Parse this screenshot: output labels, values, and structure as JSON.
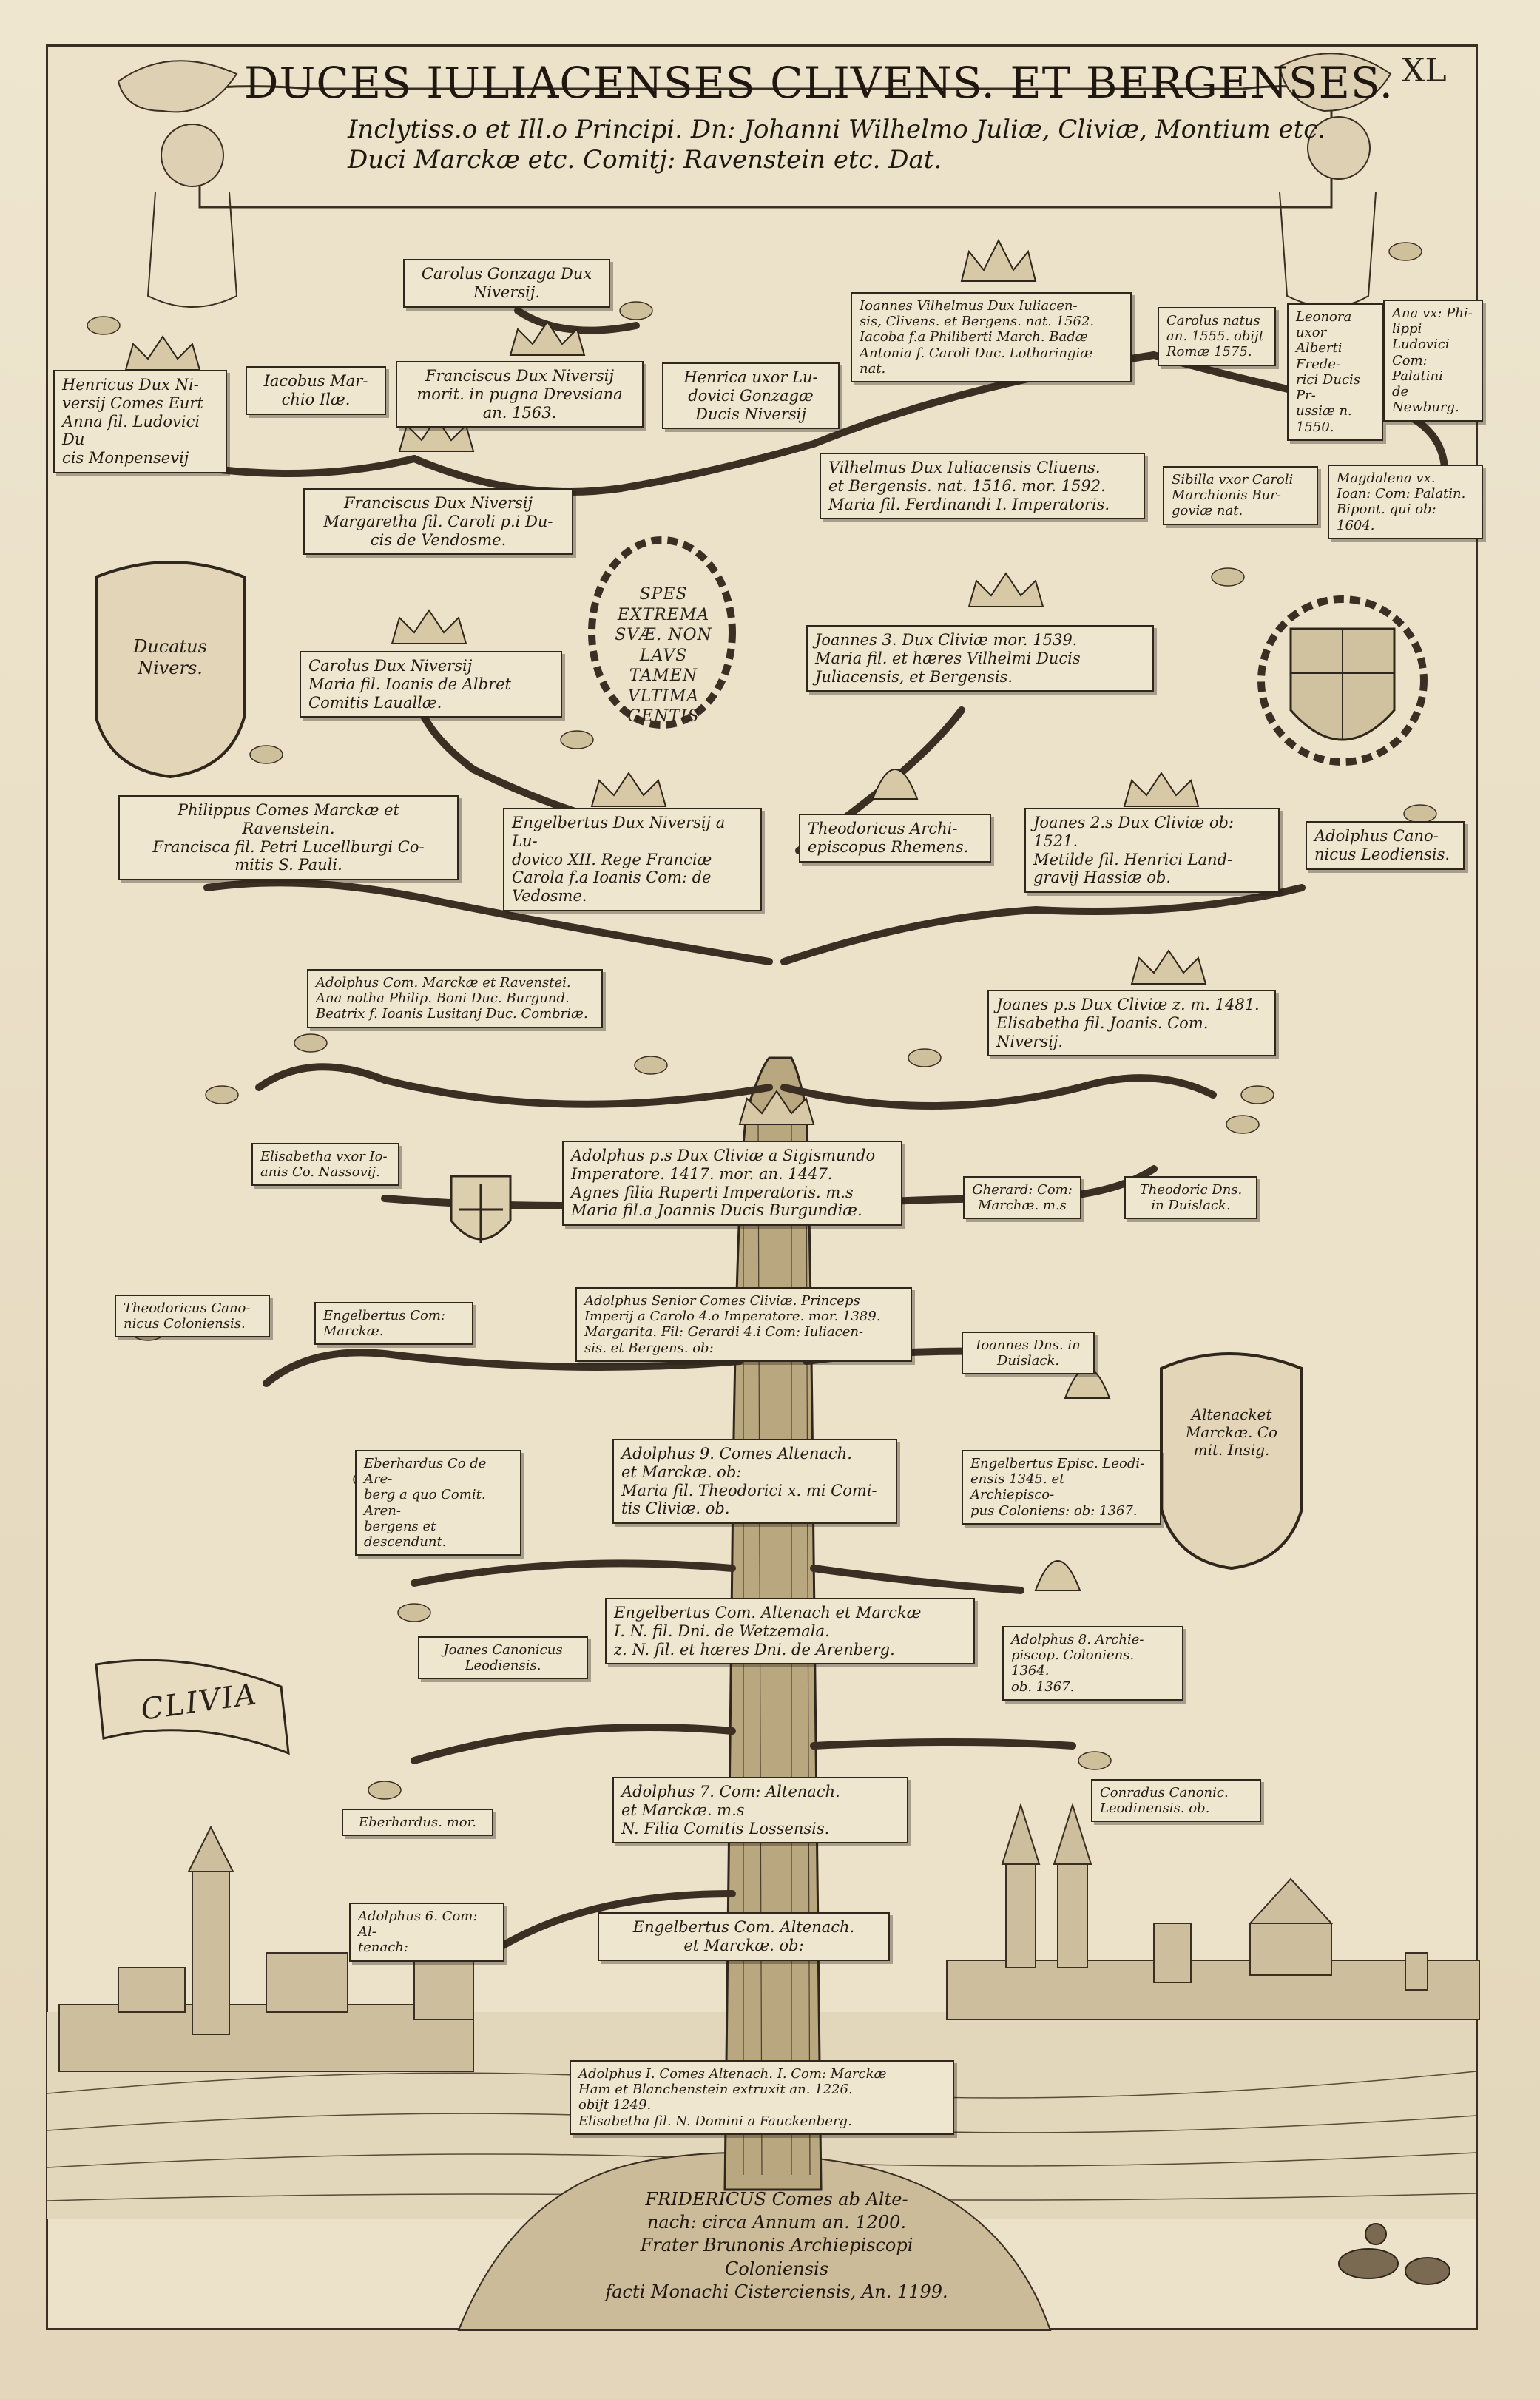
{
  "header": {
    "title": "DUCES IULIACENSES CLIVENS. ET BERGENSES.",
    "subtitle": "Inclytiss.o et Ill.o Principi. Dn: Johanni Wilhelmo Juliæ, Cliviæ, Montium etc.\nDuci Marckæ etc. Comitj: Ravenstein etc. Dat.",
    "plate_number": "XL"
  },
  "motto": "SPES\nEXTREMA\nSVÆ. NON\nLAVS TAMEN\nVLTIMA\nGENTIS",
  "cartouches": {
    "nivers": "Ducatus\nNivers.",
    "altena": "Altenacket\nMarckæ. Co\nmit. Insig."
  },
  "banner": "CLIVIA",
  "boxes": {
    "carolus_gonzaga": "Carolus Gonzaga Dux\nNiversij.",
    "henricus_nivers": "Henricus Dux Ni-\nversij Comes Eurt\nAnna fil. Ludovici Du\ncis Monpensevij",
    "iacobus": "Iacobus Mar-\nchio Ilæ.",
    "franciscus_1": "Franciscus Dux Niversij\nmorit. in pugna Drevsiana\nan. 1563.",
    "henrica": "Henrica uxor Lu-\ndovici Gonzagæ\nDucis Niversij",
    "ioannes_vilhelmus": "Ioannes Vilhelmus Dux Iuliacen-\nsis, Clivens. et Bergens. nat. 1562.\nIacoba f.a Philiberti March. Badæ\nAntonia f. Caroli Duc. Lotharingiæ nat.",
    "carolus_natus": "Carolus natus\nan. 1555. obijt\nRomæ 1575.",
    "leonora": "Leonora uxor\nAlberti Frede-\nrici Ducis Pr-\nussiæ n. 1550.",
    "anna": "Ana vx: Phi-\nlippi Ludovici\nCom: Palatini\nde Newburg.",
    "franciscus_2": "Franciscus Dux Niversij\nMargaretha fil. Caroli p.i Du-\ncis de Vendosme.",
    "vilhelmus": "Vilhelmus Dux Iuliacensis Cliuens.\net Bergensis. nat. 1516. mor. 1592.\nMaria fil. Ferdinandi I. Imperatoris.",
    "sibilla": "Sibilla vxor Caroli\nMarchionis Bur-\ngoviæ nat.",
    "magdalena": "Magdalena vx.\nIoan: Com: Palatin.\nBipont. qui ob: 1604.",
    "carolus_nivers": "Carolus Dux Niversij\nMaria fil. Ioanis de Albret\nComitis Lauallæ.",
    "joannes_3": "Joannes 3. Dux Cliviæ mor. 1539.\nMaria fil. et hæres Vilhelmi Ducis\nJuliacensis, et Bergensis.",
    "philippus": "Philippus Comes Marckæ et\nRavenstein.\nFrancisca fil. Petri Lucellburgi Co-\nmitis S. Pauli.",
    "engelbertus_nivers": "Engelbertus Dux Niversij a Lu-\ndovico XII. Rege Franciæ\nCarola f.a Ioanis Com: de Vedosme.",
    "theodoricus_archi": "Theodoricus Archi-\nepiscopus Rhemens.",
    "joanes_2": "Joanes 2.s Dux Cliviæ ob: 1521.\nMetilde fil. Henrici Land-\ngravij Hassiæ ob.",
    "adolphus_canon": "Adolphus Cano-\nnicus Leodiensis.",
    "adolphus_ravenstein": "Adolphus Com. Marckæ et Ravenstei.\nAna notha Philip. Boni Duc. Burgund.\nBeatrix f. Ioanis Lusitanj Duc. Combriæ.",
    "joanes_1": "Joanes p.s Dux Cliviæ z. m. 1481.\nElisabetha fil. Joanis. Com. Niversij.",
    "elisabetha": "Elisabetha vxor Io-\nanis Co. Nassovij.",
    "adolphus_1dux": "Adolphus p.s Dux Cliviæ a Sigismundo\nImperatore. 1417. mor. an. 1447.\nAgnes filia Ruperti Imperatoris. m.s\nMaria fil.a Joannis Ducis Burgundiæ.",
    "gherard": "Gherard: Com:\nMarchæ. m.s",
    "theodoric_duislack": "Theodoric Dns.\nin Duislack.",
    "theodoricus_canon": "Theodoricus Cano-\nnicus Coloniensis.",
    "engelbertus_marckae": "Engelbertus Com:\nMarckæ.",
    "adolphus_senior": "Adolphus Senior Comes Cliviæ. Princeps\nImperij a Carolo 4.o Imperatore. mor. 1389.\nMargarita. Fil: Gerardi 4.i Com: Iuliacen-\nsis. et Bergens. ob:",
    "ioannes_duislack": "Ioannes Dns. in\nDuislack.",
    "eberhardus_arenberg": "Eberhardus Co de Are-\nberg a quo Comit. Aren-\nbergens et descendunt.",
    "adolphus_9": "Adolphus 9. Comes Altenach.\net Marckæ. ob:\nMaria fil. Theodorici x. mi Comi-\ntis Cliviæ. ob.",
    "engelbertus_episc": "Engelbertus Episc. Leodi-\nensis 1345. et Archiepisco-\npus Coloniens: ob: 1367.",
    "engelbertus_altena": "Engelbertus Com. Altenach et Marckæ\nI. N. fil. Dni. de Wetzemala.\nz. N. fil. et hæres Dni. de Arenberg.",
    "joanes_canonicus": "Joanes Canonicus\nLeodiensis.",
    "adolphus_8": "Adolphus 8. Archie-\npiscop. Coloniens. 1364.\nob. 1367.",
    "adolphus_7": "Adolphus 7. Com: Altenach.\net Marckæ. m.s\nN. Filia Comitis Lossensis.",
    "eberhardus_mor": "Eberhardus. mor.",
    "conradus": "Conradus Canonic.\nLeodinensis. ob.",
    "adolphus_6": "Adolphus 6. Com: Al-\ntenach:",
    "engelbertus_altenach": "Engelbertus Com. Altenach.\net Marckæ. ob:",
    "adolphus_1comes": "Adolphus I. Comes Altenach. I. Com: Marckæ\nHam et Blanchenstein extruxit an. 1226.\nobijt 1249.\nElisabetha fil. N. Domini a Fauckenberg."
  },
  "footer": "FRIDERICUS Comes ab Alte-\nnach: circa Annum an. 1200.\nFrater Brunonis Archiepiscopi Coloniensis\nfacti Monachi Cisterciensis, An. 1199."
}
